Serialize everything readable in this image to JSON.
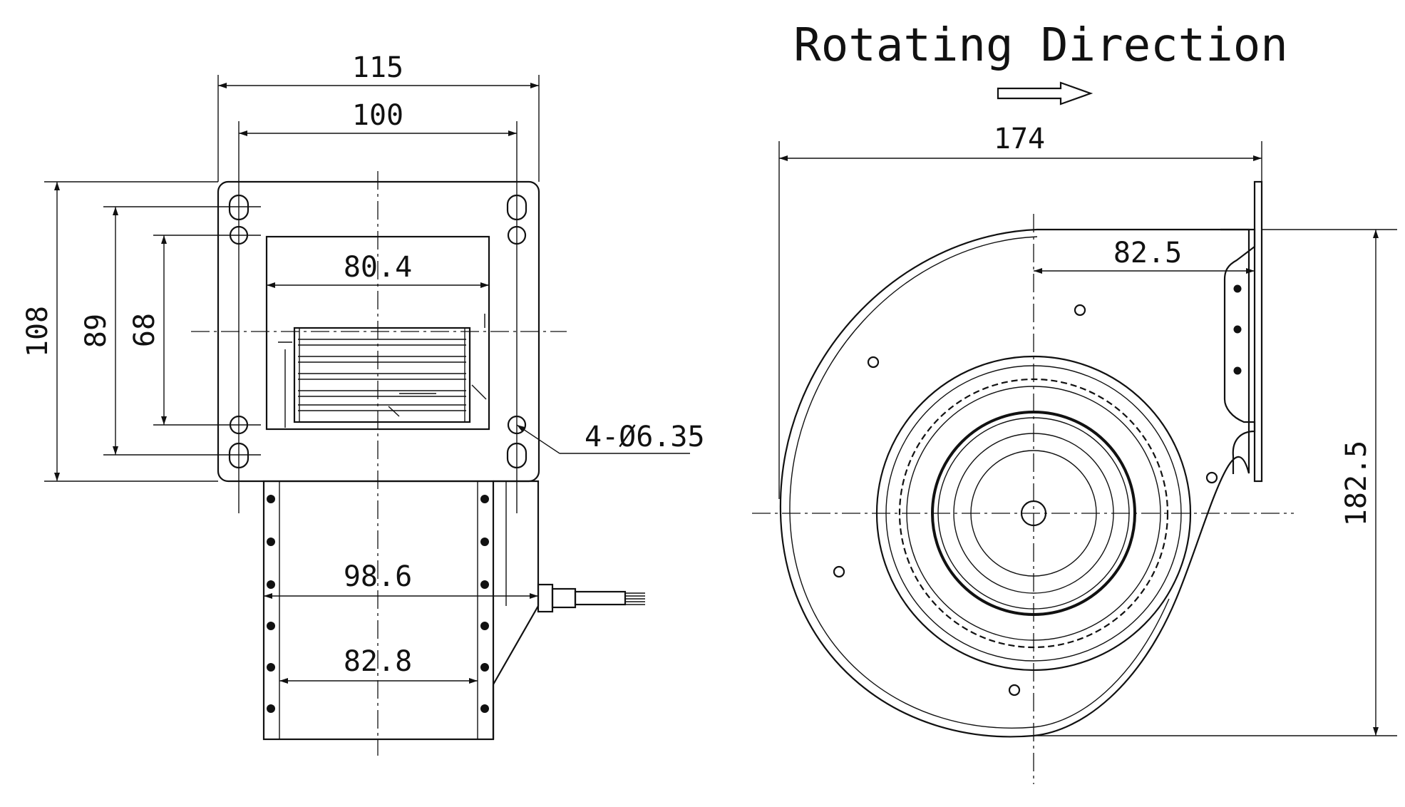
{
  "title": "Rotating Direction",
  "front_view": {
    "dimensions": {
      "overall_width": "115",
      "hole_spacing_width": "100",
      "outlet_width": "80.4",
      "overall_height": "108",
      "hole_spacing_height": "89",
      "outlet_height": "68",
      "mounting_holes": "4-Ø6.35",
      "housing_width": "98.6",
      "wheel_width": "82.8"
    }
  },
  "side_view": {
    "dimensions": {
      "overall_length": "174",
      "outlet_offset": "82.5",
      "overall_height": "182.5"
    }
  }
}
